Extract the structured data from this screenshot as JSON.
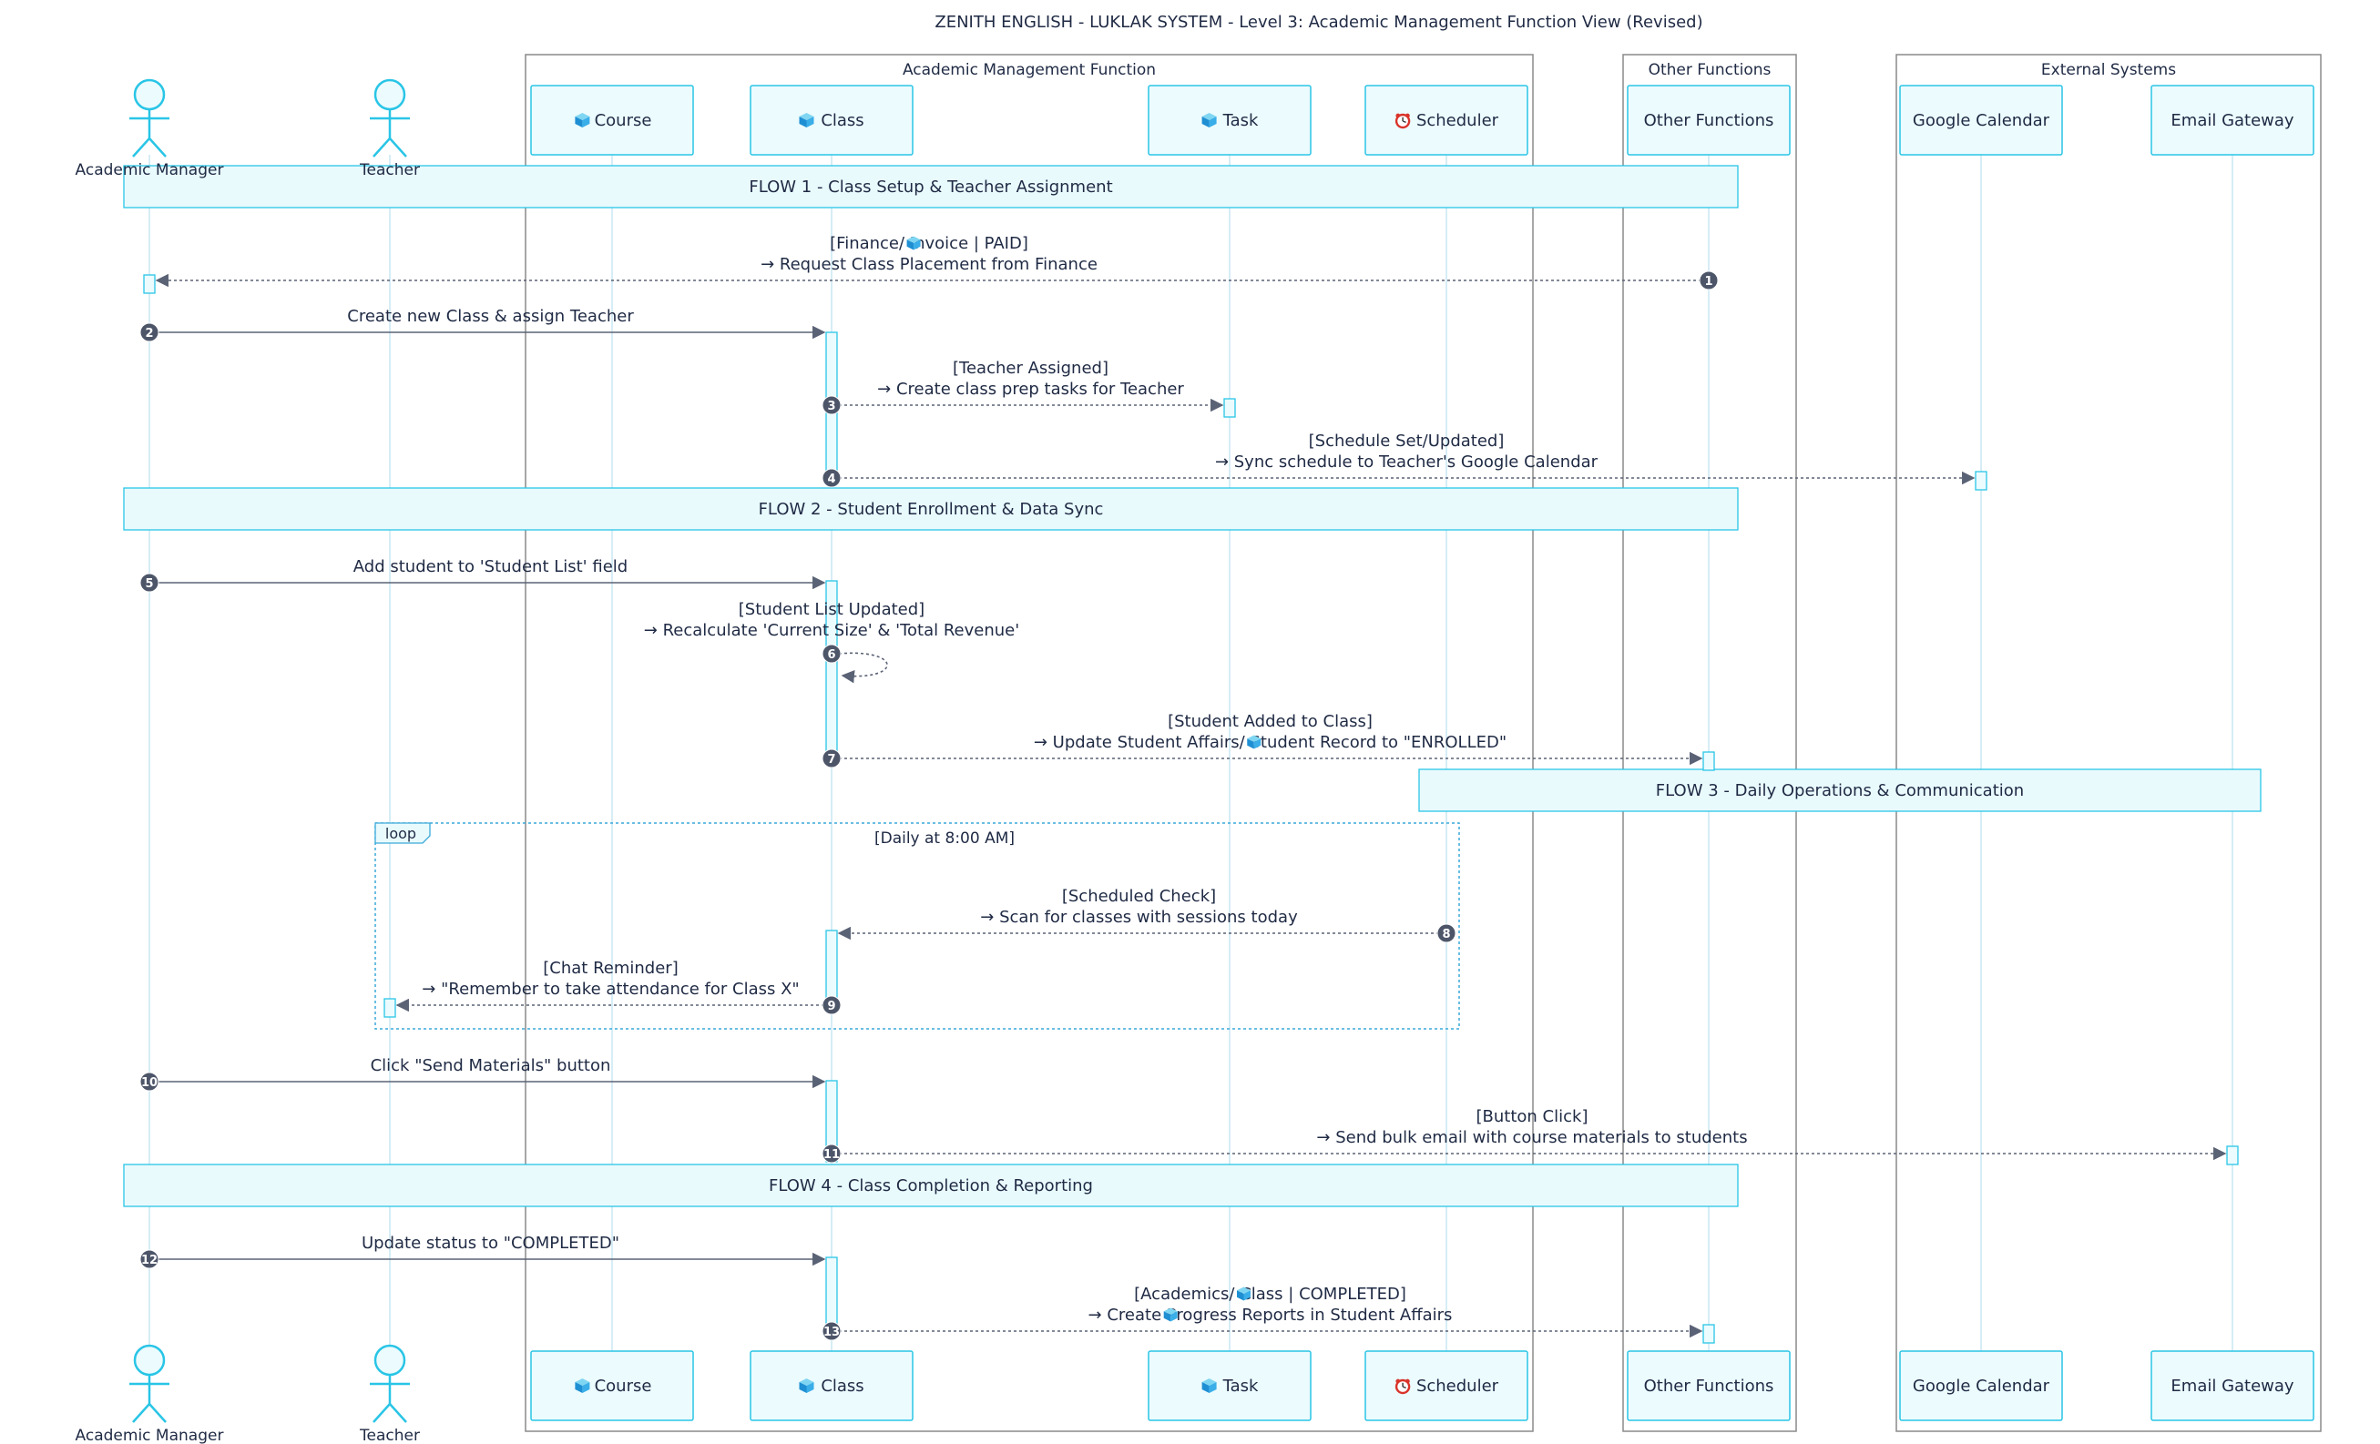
{
  "title": "ZENITH ENGLISH - LUKLAK SYSTEM - Level 3: Academic Management Function View (Revised)",
  "colors": {
    "accent": "#29c5e6",
    "participant_fill": "#ecfbfe",
    "lifeline": "#d6edf6",
    "message": "#5a6275",
    "group_border": "#8a8a8a",
    "note_fill": "#e9fafd",
    "text": "#1f2a44"
  },
  "groups": [
    {
      "id": "academic",
      "label": "Academic Management Function"
    },
    {
      "id": "other",
      "label": "Other Functions"
    },
    {
      "id": "external",
      "label": "External Systems"
    }
  ],
  "participants": [
    {
      "id": "am",
      "kind": "actor",
      "label": "Academic Manager",
      "icon": ""
    },
    {
      "id": "teacher",
      "kind": "actor",
      "label": "Teacher",
      "icon": ""
    },
    {
      "id": "course",
      "kind": "box",
      "label": "Course",
      "icon": "cube-icon"
    },
    {
      "id": "class",
      "kind": "box",
      "label": "Class",
      "icon": "cube-icon"
    },
    {
      "id": "task",
      "kind": "box",
      "label": "Task",
      "icon": "cube-icon"
    },
    {
      "id": "scheduler",
      "kind": "box",
      "label": "Scheduler",
      "icon": "alarm-clock-icon"
    },
    {
      "id": "other",
      "kind": "box",
      "label": "Other Functions",
      "icon": ""
    },
    {
      "id": "gcal",
      "kind": "box",
      "label": "Google Calendar",
      "icon": ""
    },
    {
      "id": "email",
      "kind": "box",
      "label": "Email Gateway",
      "icon": ""
    }
  ],
  "notes": [
    {
      "id": "flow1",
      "label": "FLOW 1 - Class Setup & Teacher Assignment"
    },
    {
      "id": "flow2",
      "label": "FLOW 2 - Student Enrollment & Data Sync"
    },
    {
      "id": "flow3",
      "label": "FLOW 3 - Daily Operations & Communication"
    },
    {
      "id": "flow4",
      "label": "FLOW 4 - Class Completion & Reporting"
    }
  ],
  "loop": {
    "tag": "loop",
    "condition": "[Daily at 8:00 AM]"
  },
  "messages": [
    {
      "num": "1",
      "from": "other",
      "to": "am",
      "style": "dashed",
      "lines": [
        "[Finance/ {cube} Invoice | PAID]",
        "→ Request Class Placement from Finance"
      ]
    },
    {
      "num": "2",
      "from": "am",
      "to": "class",
      "style": "solid",
      "lines": [
        "Create new Class & assign Teacher"
      ]
    },
    {
      "num": "3",
      "from": "class",
      "to": "task",
      "style": "dashed",
      "lines": [
        "[Teacher Assigned]",
        "→ Create class prep tasks for Teacher"
      ]
    },
    {
      "num": "4",
      "from": "class",
      "to": "gcal",
      "style": "dashed",
      "lines": [
        "[Schedule Set/Updated]",
        "→ Sync schedule to Teacher's Google Calendar"
      ]
    },
    {
      "num": "5",
      "from": "am",
      "to": "class",
      "style": "solid",
      "lines": [
        "Add student to 'Student List' field"
      ]
    },
    {
      "num": "6",
      "from": "class",
      "to": "class",
      "style": "dashed",
      "lines": [
        "[Student List Updated]",
        "→ Recalculate 'Current Size' & 'Total Revenue'"
      ]
    },
    {
      "num": "7",
      "from": "class",
      "to": "other",
      "style": "dashed",
      "lines": [
        "[Student Added to Class]",
        "→ Update Student Affairs/ {cube} Student Record to \"ENROLLED\""
      ]
    },
    {
      "num": "8",
      "from": "scheduler",
      "to": "class",
      "style": "dashed",
      "lines": [
        "[Scheduled Check]",
        "→ Scan for classes with sessions today"
      ]
    },
    {
      "num": "9",
      "from": "class",
      "to": "teacher",
      "style": "dashed",
      "lines": [
        "[Chat Reminder]",
        "→ \"Remember to take attendance for Class X\""
      ]
    },
    {
      "num": "10",
      "from": "am",
      "to": "class",
      "style": "solid",
      "lines": [
        "Click \"Send Materials\" button"
      ]
    },
    {
      "num": "11",
      "from": "class",
      "to": "email",
      "style": "dashed",
      "lines": [
        "[Button Click]",
        "→ Send bulk email with course materials to students"
      ]
    },
    {
      "num": "12",
      "from": "am",
      "to": "class",
      "style": "solid",
      "lines": [
        "Update status to \"COMPLETED\""
      ]
    },
    {
      "num": "13",
      "from": "class",
      "to": "other",
      "style": "dashed",
      "lines": [
        "[Academics/ {cube} Class | COMPLETED]",
        "→ Create {cube} Progress Reports in Student Affairs"
      ]
    }
  ]
}
